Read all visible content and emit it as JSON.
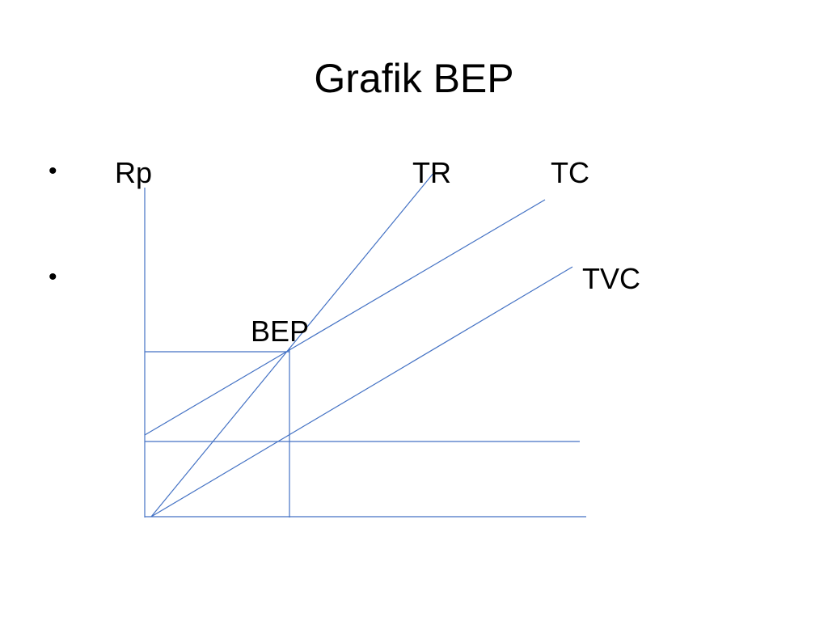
{
  "slide": {
    "title": "Grafik BEP",
    "bullets": [
      "•",
      "•"
    ]
  },
  "diagram": {
    "labels": {
      "y_axis": "Rp",
      "total_revenue": "TR",
      "total_cost": "TC",
      "total_variable_cost": "TVC",
      "break_even_point": "BEP"
    },
    "line_color": "#4472c4",
    "text_color": "#000000"
  }
}
